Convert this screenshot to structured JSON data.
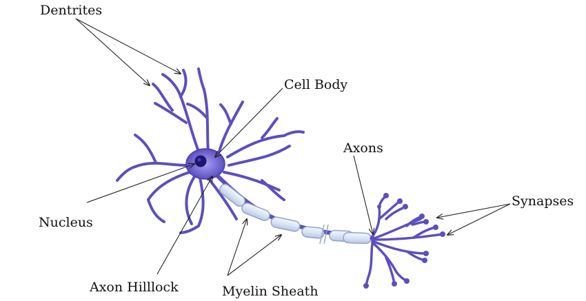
{
  "labels": {
    "dendrites": "Dentrites",
    "cell_body": "Cell Body",
    "axons": "Axons",
    "synapses": "Synapses",
    "nucleus": "Nucleus",
    "axon_hillock": "Axon Hilllock",
    "myelin_sheath": "Myelin Sheath"
  },
  "colors": {
    "neuron": "#5b4fc0",
    "neuron_dark": "#3d3296",
    "soma_fill": "#7d72d8",
    "nucleus": "#1c1470",
    "myelin_fill": "#dbe6f6",
    "myelin_stroke": "#8fa4c8",
    "pointer": "#222222"
  }
}
